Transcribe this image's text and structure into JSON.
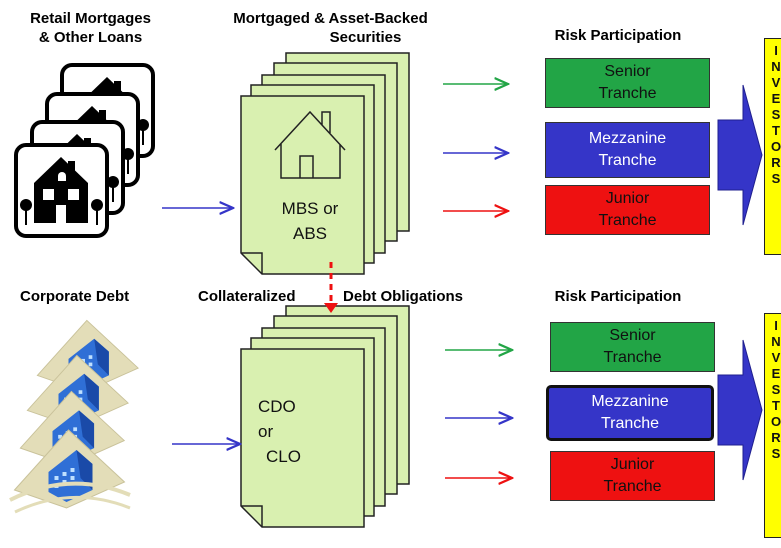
{
  "top": {
    "source_title_line1": "Retail Mortgages",
    "source_title_line2": "& Other Loans",
    "securities_title_line1": "Mortgaged & Asset-Backed",
    "securities_title_line2": "Securities",
    "risk_title": "Risk Participation",
    "doc_label_line1": "MBS or",
    "doc_label_line2": "ABS"
  },
  "bottom": {
    "source_title": "Corporate Debt",
    "cdo_title_part1": "Collateralized",
    "cdo_title_part2": "Debt Obligations",
    "risk_title": "Risk Participation",
    "doc_label_line1": "CDO",
    "doc_label_line2": "or",
    "doc_label_line3": "CLO"
  },
  "tranches": {
    "senior_line1": "Senior",
    "mezzanine_line1": "Mezzanine",
    "junior_line1": "Junior",
    "line2": "Tranche"
  },
  "investors_letters": [
    "I",
    "N",
    "V",
    "E",
    "S",
    "T",
    "O",
    "R",
    "S"
  ],
  "colors": {
    "senior": "#22a546",
    "mezzanine": "#3535c8",
    "junior": "#ee1111",
    "investors": "#ffff00",
    "document": "#d9f0b0",
    "arrow_green": "#22a546",
    "arrow_blue": "#3535c8",
    "arrow_red": "#ee1111",
    "big_arrow": "#3535c8"
  },
  "icons": {
    "houses": "house-stack-icon",
    "buildings": "office-building-stack-icon",
    "document_house": "house-outline-icon"
  }
}
